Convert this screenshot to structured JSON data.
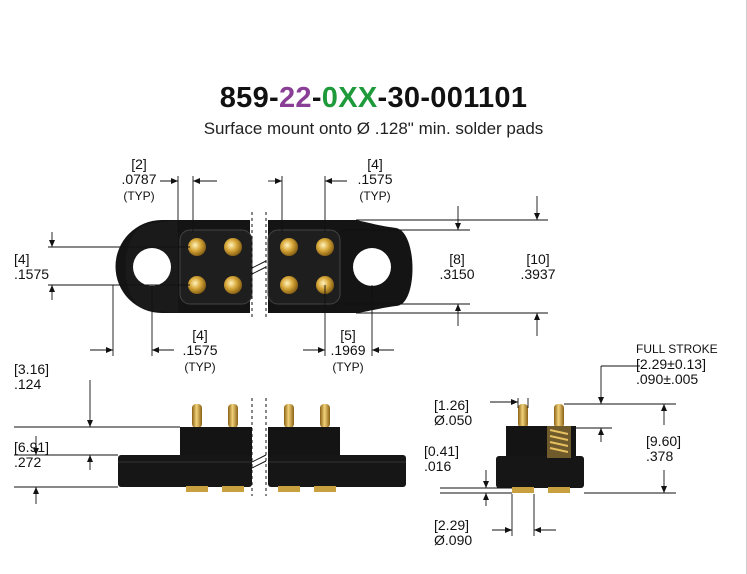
{
  "title": {
    "part1": "859-",
    "part2": "22",
    "dash1": "-",
    "part3": "0XX",
    "part4": "-30-001101",
    "color_part2": "#8a3f96",
    "color_part3": "#1e9a3a"
  },
  "subtitle": "Surface mount onto Ø .128\" min. solder pads",
  "dims": {
    "d1": {
      "mm": "[2]",
      "in": ".0787",
      "typ": "(TYP)"
    },
    "d2": {
      "mm": "[4]",
      "in": ".1575",
      "typ": "(TYP)"
    },
    "d3": {
      "mm": "[4]",
      "in": ".1575"
    },
    "d4": {
      "mm": "[8]",
      "in": ".3150"
    },
    "d5": {
      "mm": "[10]",
      "in": ".3937"
    },
    "d6": {
      "mm": "[4]",
      "in": ".1575",
      "typ": "(TYP)"
    },
    "d7": {
      "mm": "[5]",
      "in": ".1969",
      "typ": "(TYP)"
    },
    "d8": {
      "mm": "[3.16]",
      "in": ".124"
    },
    "d9": {
      "mm": "[6.91]",
      "in": ".272"
    },
    "d10": {
      "label": "FULL STROKE",
      "mm": "[2.29±0.13]",
      "in": ".090±.005"
    },
    "d11": {
      "mm": "[1.26]",
      "in": "Ø.050"
    },
    "d12": {
      "mm": "[0.41]",
      "in": ".016"
    },
    "d13": {
      "mm": "[9.60]",
      "in": ".378"
    },
    "d14": {
      "mm": "[2.29]",
      "in": "Ø.090"
    }
  }
}
